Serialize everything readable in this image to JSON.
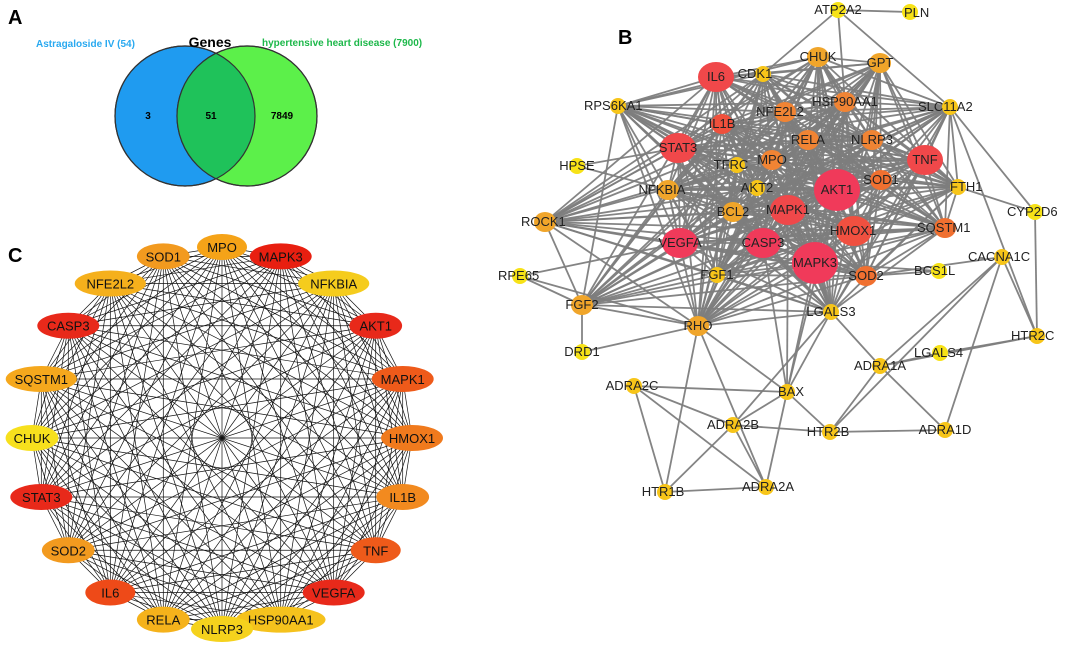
{
  "panels": {
    "a": "A",
    "b": "B",
    "c": "C"
  },
  "venn": {
    "title": "Genes",
    "set_left": "Astragaloside IV (54)",
    "set_right": "hypertensive heart disease (7900)",
    "only_left": "3",
    "overlap": "51",
    "only_right": "7849",
    "colors": {
      "left": "#1f9bf0",
      "right": "#5cf04a",
      "overlap": "#1fc25a",
      "left_text": "#29a9f0",
      "right_text": "#1db84a"
    }
  },
  "network": {
    "nodes": [
      {
        "id": "PLN",
        "color": "#f7e217",
        "size": "s"
      },
      {
        "id": "ATP2A2",
        "color": "#f7e217",
        "size": "s"
      },
      {
        "id": "CHUK",
        "color": "#f0a52a",
        "size": "m"
      },
      {
        "id": "GPT",
        "color": "#f0a52a",
        "size": "m"
      },
      {
        "id": "IL6",
        "color": "#f0484a",
        "size": "l"
      },
      {
        "id": "CDK1",
        "color": "#f7c519",
        "size": "s"
      },
      {
        "id": "HSP90AA1",
        "color": "#f08434",
        "size": "m"
      },
      {
        "id": "SLC11A2",
        "color": "#f7c519",
        "size": "s"
      },
      {
        "id": "RPS6KA1",
        "color": "#f7c519",
        "size": "s"
      },
      {
        "id": "NFE2L2",
        "color": "#f08434",
        "size": "m"
      },
      {
        "id": "IL1B",
        "color": "#f0503c",
        "size": "m"
      },
      {
        "id": "RELA",
        "color": "#f08434",
        "size": "m"
      },
      {
        "id": "NLRP3",
        "color": "#f08434",
        "size": "m"
      },
      {
        "id": "STAT3",
        "color": "#f0484a",
        "size": "l"
      },
      {
        "id": "TFRC",
        "color": "#f7c519",
        "size": "s"
      },
      {
        "id": "MPO",
        "color": "#f08434",
        "size": "m"
      },
      {
        "id": "TNF",
        "color": "#f0484a",
        "size": "l"
      },
      {
        "id": "HPSE",
        "color": "#f7e217",
        "size": "s"
      },
      {
        "id": "NFKBIA",
        "color": "#f0a52a",
        "size": "m"
      },
      {
        "id": "AKT2",
        "color": "#f7c519",
        "size": "s"
      },
      {
        "id": "AKT1",
        "color": "#f03a5a",
        "size": "xl"
      },
      {
        "id": "SOD1",
        "color": "#f07030",
        "size": "m"
      },
      {
        "id": "FTH1",
        "color": "#f7c519",
        "size": "s"
      },
      {
        "id": "BCL2",
        "color": "#f0a52a",
        "size": "m"
      },
      {
        "id": "MAPK1",
        "color": "#f0484a",
        "size": "l"
      },
      {
        "id": "ROCK1",
        "color": "#f0a52a",
        "size": "m"
      },
      {
        "id": "HMOX1",
        "color": "#f05040",
        "size": "l"
      },
      {
        "id": "SQSTM1",
        "color": "#f07030",
        "size": "m"
      },
      {
        "id": "CYP2D6",
        "color": "#f7e217",
        "size": "s"
      },
      {
        "id": "VEGFA",
        "color": "#f03a5a",
        "size": "l"
      },
      {
        "id": "CASP3",
        "color": "#f03a5a",
        "size": "l"
      },
      {
        "id": "MAPK3",
        "color": "#f03a5a",
        "size": "xl"
      },
      {
        "id": "CACNA1C",
        "color": "#f7c519",
        "size": "s"
      },
      {
        "id": "SOD2",
        "color": "#f07030",
        "size": "m"
      },
      {
        "id": "RPE65",
        "color": "#f7e217",
        "size": "s"
      },
      {
        "id": "FGF1",
        "color": "#f7c519",
        "size": "s"
      },
      {
        "id": "BCS1L",
        "color": "#f7e217",
        "size": "s"
      },
      {
        "id": "FGF2",
        "color": "#f0a52a",
        "size": "m"
      },
      {
        "id": "LGALS3",
        "color": "#f7c519",
        "size": "s"
      },
      {
        "id": "RHO",
        "color": "#f0a52a",
        "size": "m"
      },
      {
        "id": "HTR2C",
        "color": "#f7c519",
        "size": "s"
      },
      {
        "id": "DRD1",
        "color": "#f7e217",
        "size": "s"
      },
      {
        "id": "ADRA1A",
        "color": "#f7c519",
        "size": "s"
      },
      {
        "id": "LGALS4",
        "color": "#f7e217",
        "size": "s"
      },
      {
        "id": "ADRA2C",
        "color": "#f7c519",
        "size": "s"
      },
      {
        "id": "BAX",
        "color": "#f7c519",
        "size": "s"
      },
      {
        "id": "ADRA2B",
        "color": "#f7c519",
        "size": "s"
      },
      {
        "id": "HTR2B",
        "color": "#f7c519",
        "size": "s"
      },
      {
        "id": "ADRA1D",
        "color": "#f7c519",
        "size": "s"
      },
      {
        "id": "HTR1B",
        "color": "#f7c519",
        "size": "s"
      },
      {
        "id": "ADRA2A",
        "color": "#f7c519",
        "size": "s"
      }
    ],
    "peripheral_edges": [
      [
        "ATP2A2",
        "PLN"
      ],
      [
        "ATP2A2",
        "CDK1"
      ],
      [
        "ATP2A2",
        "SLC11A2"
      ],
      [
        "ATP2A2",
        "HSP90AA1"
      ],
      [
        "CYP2D6",
        "FTH1"
      ],
      [
        "CYP2D6",
        "HTR2C"
      ],
      [
        "CYP2D6",
        "SLC11A2"
      ],
      [
        "CACNA1C",
        "HTR2C"
      ],
      [
        "CACNA1C",
        "ADRA1A"
      ],
      [
        "CACNA1C",
        "ADRA1D"
      ],
      [
        "CACNA1C",
        "HTR2B"
      ],
      [
        "CACNA1C",
        "SOD2"
      ],
      [
        "HTR2C",
        "LGALS4"
      ],
      [
        "HTR2C",
        "ADRA1A"
      ],
      [
        "HTR2C",
        "SLC11A2"
      ],
      [
        "ADRA1A",
        "LGALS4"
      ],
      [
        "ADRA1A",
        "HTR2B"
      ],
      [
        "ADRA1A",
        "ADRA1D"
      ],
      [
        "HTR2B",
        "ADRA1D"
      ],
      [
        "HTR2B",
        "BAX"
      ],
      [
        "HTR2B",
        "ADRA2B"
      ],
      [
        "ADRA2C",
        "ADRA2B"
      ],
      [
        "ADRA2C",
        "ADRA2A"
      ],
      [
        "ADRA2C",
        "HTR1B"
      ],
      [
        "ADRA2C",
        "BAX"
      ],
      [
        "ADRA2B",
        "HTR1B"
      ],
      [
        "ADRA2B",
        "ADRA2A"
      ],
      [
        "ADRA2B",
        "BAX"
      ],
      [
        "HTR1B",
        "ADRA2A"
      ],
      [
        "HTR1B",
        "RHO"
      ],
      [
        "ADRA2A",
        "RHO"
      ],
      [
        "ADRA2A",
        "BAX"
      ],
      [
        "DRD1",
        "RHO"
      ],
      [
        "DRD1",
        "FGF2"
      ],
      [
        "RPE65",
        "RHO"
      ],
      [
        "RPE65",
        "FGF2"
      ],
      [
        "RPE65",
        "VEGFA"
      ],
      [
        "HPSE",
        "STAT3"
      ],
      [
        "HPSE",
        "NFKBIA"
      ],
      [
        "BCS1L",
        "SOD2"
      ],
      [
        "BCS1L",
        "MAPK3"
      ],
      [
        "LGALS3",
        "BAX"
      ],
      [
        "LGALS3",
        "ADRA1A"
      ],
      [
        "LGALS3",
        "ADRA2B"
      ],
      [
        "BAX",
        "RHO"
      ],
      [
        "BAX",
        "MAPK3"
      ],
      [
        "BAX",
        "CASP3"
      ],
      [
        "BAX",
        "AKT1"
      ],
      [
        "BAX",
        "MAPK1"
      ]
    ]
  },
  "ring": {
    "nodes": [
      {
        "id": "MPO",
        "color": "#f5a318"
      },
      {
        "id": "MAPK3",
        "color": "#e81f10"
      },
      {
        "id": "NFKBIA",
        "color": "#f5cc1d"
      },
      {
        "id": "AKT1",
        "color": "#e8291a"
      },
      {
        "id": "MAPK1",
        "color": "#ee5a1a"
      },
      {
        "id": "HMOX1",
        "color": "#f07a1d"
      },
      {
        "id": "IL1B",
        "color": "#f28a1f"
      },
      {
        "id": "TNF",
        "color": "#ee5a1a"
      },
      {
        "id": "VEGFA",
        "color": "#e8291a"
      },
      {
        "id": "HSP90AA1",
        "color": "#f5c21d"
      },
      {
        "id": "NLRP3",
        "color": "#f5d21d"
      },
      {
        "id": "RELA",
        "color": "#f5b21b"
      },
      {
        "id": "IL6",
        "color": "#ee4a18"
      },
      {
        "id": "SOD2",
        "color": "#f29a1f"
      },
      {
        "id": "STAT3",
        "color": "#e8291a"
      },
      {
        "id": "CHUK",
        "color": "#f7e01d"
      },
      {
        "id": "SQSTM1",
        "color": "#f5a81d"
      },
      {
        "id": "CASP3",
        "color": "#e8291a"
      },
      {
        "id": "NFE2L2",
        "color": "#f5b01c"
      },
      {
        "id": "SOD1",
        "color": "#f29a1f"
      }
    ]
  }
}
